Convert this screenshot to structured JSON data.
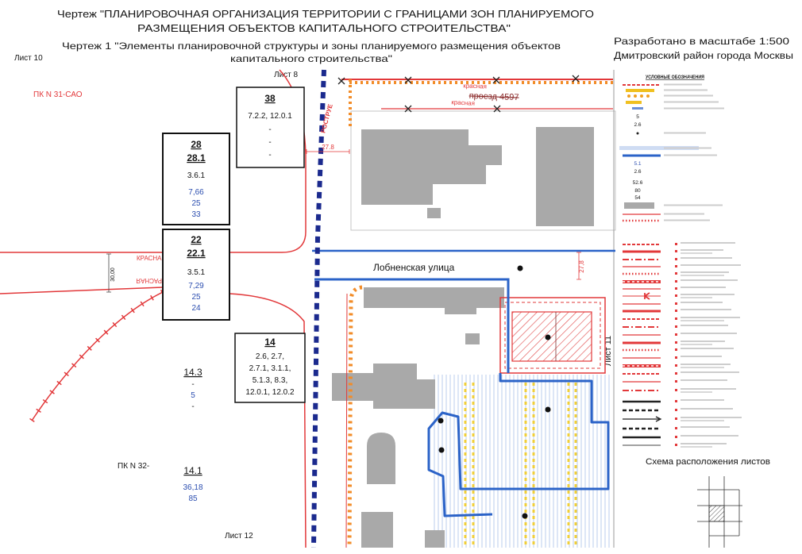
{
  "title": {
    "line1": "Чертеж \"ПЛАНИРОВОЧНАЯ ОРГАНИЗАЦИЯ ТЕРРИТОРИИ С ГРАНИЦАМИ ЗОН ПЛАНИРУЕМОГО",
    "line2": "РАЗМЕЩЕНИЯ ОБЪЕКТОВ КАПИТАЛЬНОГО СТРОИТЕЛЬСТВА\""
  },
  "subtitle": {
    "line1": "Чертеж 1 \"Элементы планировочной структуры и зоны планируемого размещения объектов",
    "line2": "капитального строительства\""
  },
  "info": {
    "scale": "Разработано в масштабе 1:500",
    "district": "Дмитровский район города Москвы"
  },
  "sheets": {
    "left": "Лист 10",
    "top": "Лист 8",
    "right": "Лист 11",
    "bottom": "Лист 12"
  },
  "markers": {
    "pk31": "ПК N 31-САО",
    "pk32": "ПК N 32-"
  },
  "zones": {
    "z38": {
      "number": "38",
      "values": [
        "7.2.2, 12.0.1",
        "-",
        "-",
        "-"
      ]
    },
    "z28": {
      "number": "28",
      "sub": "28.1",
      "values": [
        "3.6.1",
        "7,66",
        "25",
        "33"
      ]
    },
    "z22": {
      "number": "22",
      "sub": "22.1",
      "values": [
        "3.5.1",
        "7,29",
        "25",
        "24"
      ]
    },
    "z14": {
      "number": "14",
      "values": [
        "2.6, 2.7,",
        "2.7.1, 3.1.1,",
        "5.1.3, 8.3,",
        "12.0.1, 12.0.2"
      ]
    },
    "z14_3": {
      "number": "14.3",
      "values": [
        "-",
        "5",
        "-"
      ]
    },
    "z14_1": {
      "number": "14.1",
      "values": [
        "36,18",
        "85"
      ]
    }
  },
  "streets": {
    "main": "Лобненская улица",
    "proezd": "проезд 4597",
    "red_line_labels": [
      "красная",
      "красная",
      "КРАСНАЯ",
      "КРАСНАЯ"
    ],
    "rostrub": "РОСТРУЕ"
  },
  "dimensions": [
    "27.8",
    "30,00",
    "27,8"
  ],
  "legend": {
    "heading": "УСЛОВНЫЕ ОБОЗНАЧЕНИЯ",
    "values": [
      "5",
      "2.6",
      "5.1",
      "2.6",
      "52.6",
      "80",
      "54"
    ]
  },
  "sheet_scheme": {
    "title": "Схема расположения листов"
  },
  "colors": {
    "red_line": "#e2383a",
    "blue_line": "#2b63c8",
    "road_dash": "#1b2a8e",
    "orange": "#f28c28",
    "building": "#a9a9a9",
    "value_text": "#2d4fb0",
    "hatch": "#a9c0e8"
  }
}
